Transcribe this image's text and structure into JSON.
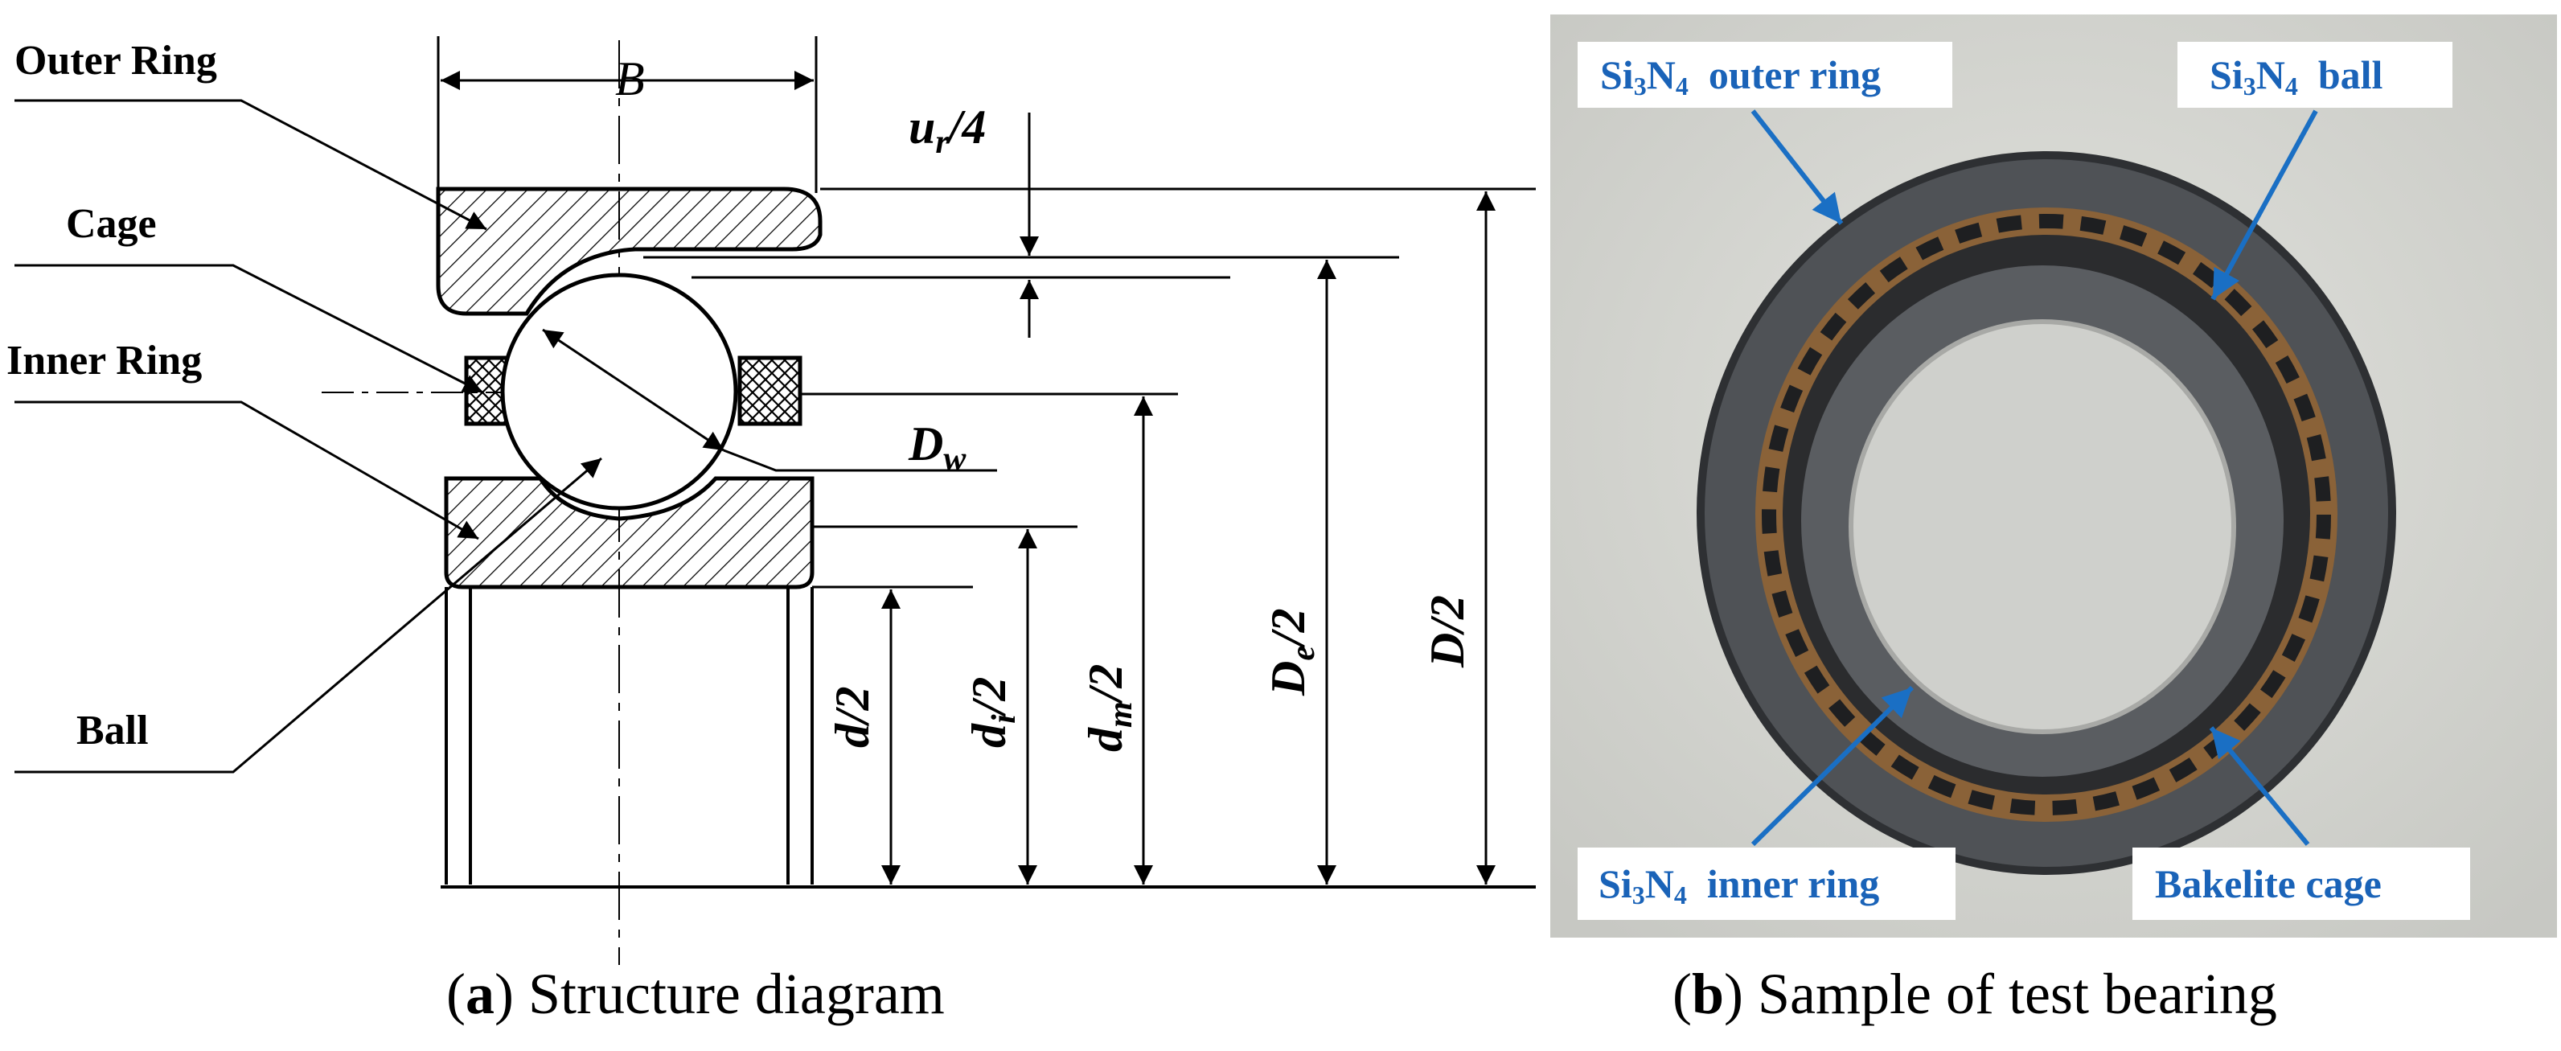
{
  "panel_a": {
    "part_labels": {
      "outer_ring": "Outer Ring",
      "cage": "Cage",
      "inner_ring": "Inner Ring",
      "ball": "Ball"
    },
    "dimensions": {
      "width": "B",
      "ur_sym": "u",
      "ur_sub": "r",
      "ur_rest": "/4",
      "dw_sym": "D",
      "dw_sub": "w",
      "d_half": "d/2",
      "di_sym": "d",
      "di_sub": "i",
      "di_rest": "/2",
      "dm_sym": "d",
      "dm_sub": "m",
      "dm_rest": "/2",
      "de_sym": "D",
      "de_sub": "e",
      "de_rest": "/2",
      "D_half": "D/2"
    },
    "caption": {
      "letter": "a",
      "text": " Structure diagram"
    }
  },
  "panel_b": {
    "callouts": {
      "outer": {
        "a": "Si",
        "s1": "3",
        "b": "N",
        "s2": "4",
        "rest": "  outer ring"
      },
      "ball": {
        "a": "Si",
        "s1": "3",
        "b": "N",
        "s2": "4",
        "rest": "  ball"
      },
      "inner": {
        "a": "Si",
        "s1": "3",
        "b": "N",
        "s2": "4",
        "rest": "  inner ring"
      },
      "cage": "Bakelite cage"
    },
    "caption": {
      "letter": "b",
      "text": " Sample of test bearing"
    }
  },
  "colors": {
    "callout_text": "#1a63b8",
    "arrow": "#1a6fc4",
    "photo_background": "#d4d5d0",
    "ring_gray": "#55585c",
    "cage_brown": "#8a6238"
  }
}
